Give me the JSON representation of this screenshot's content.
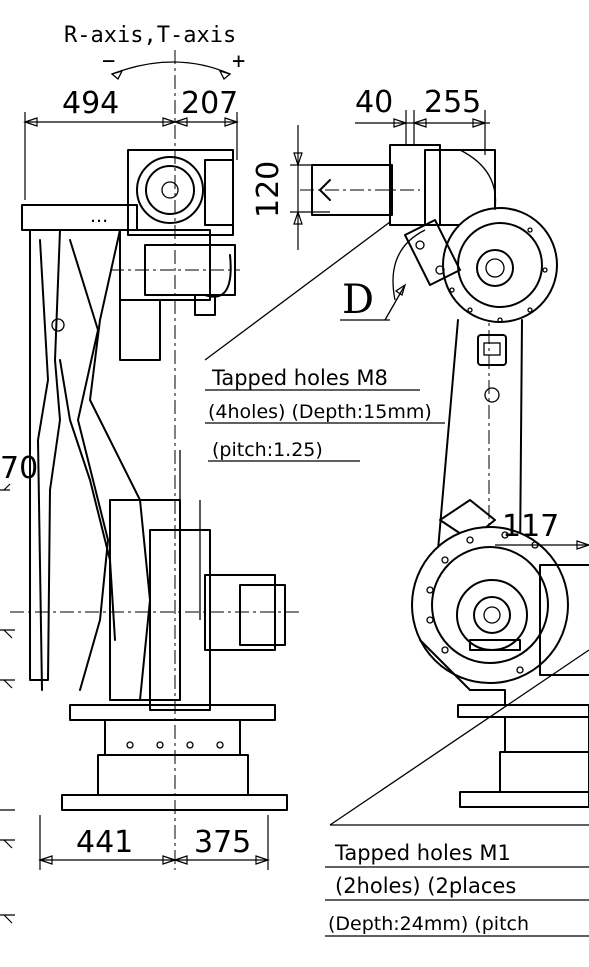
{
  "axis_label": "R-axis,T-axis",
  "axis_minus": "−",
  "axis_plus": "+",
  "dimensions": {
    "d494": "494",
    "d207": "207",
    "d40": "40",
    "d255": "255",
    "d120": "120",
    "d70": "70",
    "d117": "117",
    "d441": "441",
    "d375": "375"
  },
  "detail_label": "D",
  "note_top": {
    "line1": "Tapped holes M8",
    "line2": "(4holes) (Depth:15mm)",
    "line3": "(pitch:1.25)"
  },
  "note_bottom": {
    "line1": "Tapped holes M1",
    "line2": "(2holes) (2places",
    "line3": "(Depth:24mm) (pitch"
  }
}
